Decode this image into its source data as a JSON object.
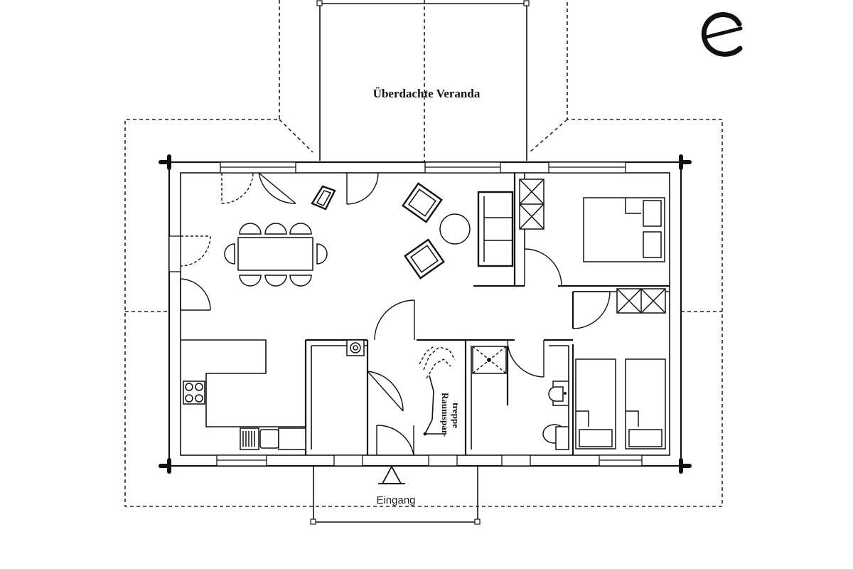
{
  "labels": {
    "veranda": "Überdachte Veranda",
    "entrance": "Eingang",
    "stair_line1": "Raumspar-",
    "stair_line2": "treppe"
  },
  "icons": {
    "logo": "e-logo-icon",
    "entrance_marker": "entrance-triangle-icon"
  },
  "colors": {
    "line": "#111111",
    "background": "#ffffff"
  }
}
